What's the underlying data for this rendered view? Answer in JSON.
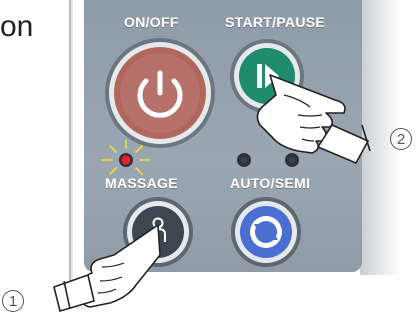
{
  "fragment_text": "on",
  "labels": {
    "on_off": "ON/OFF",
    "start_pause": "START/PAUSE",
    "massage": "MASSAGE",
    "auto_semi": "AUTO/SEMI"
  },
  "callouts": {
    "one": "1",
    "two": "2"
  },
  "icons": {
    "power": "power-icon",
    "play_pause": "play-pause-icon",
    "massage": "person-icon",
    "auto": "cycle-icon"
  },
  "colors": {
    "panel": "#9aa7b3",
    "power_button": "#b0685d",
    "start_button": "#1e8a6e",
    "massage_button": "#3e4750",
    "auto_button": "#4a6fd0",
    "indicator_lit": "#e8202a",
    "indicator_glow": "#f2e02a"
  }
}
